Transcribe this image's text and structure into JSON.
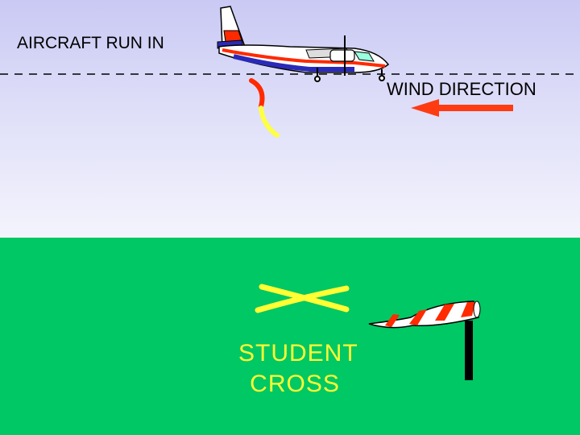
{
  "labels": {
    "aircraft_run_in": "AIRCRAFT RUN IN",
    "wind_direction": "WIND DIRECTION",
    "student_cross_line1": "STUDENT",
    "student_cross_line2": "CROSS"
  },
  "colors": {
    "sky_top": "#c9c9f4",
    "sky_bottom": "#f4f4fd",
    "ground": "#00c864",
    "wind_arrow": "#ff3b12",
    "student_cross": "#ffff33",
    "streamer_red": "#ff2a00",
    "streamer_yellow": "#ffff44"
  },
  "icons": [
    "aircraft-icon",
    "wind-arrow-icon",
    "streamer-icon",
    "cross-marker-icon",
    "windsock-icon"
  ]
}
